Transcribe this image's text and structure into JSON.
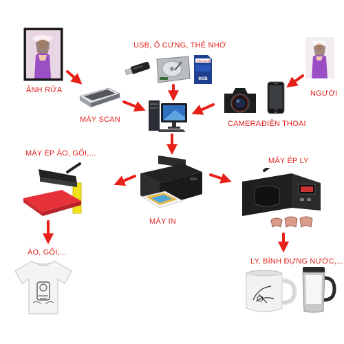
{
  "labels": {
    "photo_print": "ẢNH RỬA",
    "usb_storage": "USB, Ổ CỨNG, THẺ NHỚ",
    "person": "NGƯỜI",
    "scanner": "MÁY  SCAN",
    "camera": "CAMERA",
    "phone": "ĐIỆN THOẠI",
    "shirt_press": "MÁY ÉP ÁO, GỐI,...",
    "mug_press": "MÁY ÉP LY",
    "printer": "MÁY IN",
    "shirts": "ÁO, GỐI,...",
    "mugs": "LY, BÌNH ĐỰNG NƯỚC,...",
    "memory_card_brand": "Transcend",
    "memory_card_size": "8GB"
  },
  "colors": {
    "label": "#e0201b",
    "arrow": "#e8201a",
    "photo_border": "#1a1a1a",
    "press_plate": "#e8323a",
    "press_frame": "#f2e21a",
    "printer_body": "#1c1c1c",
    "mug_white": "#f2f2f2",
    "steel": "#c8c8c8"
  },
  "icons": {
    "photo": "portrait-photo-icon",
    "usb": "usb-drive-icon",
    "hdd": "hard-disk-icon",
    "card": "memory-card-icon",
    "person": "person-photo-icon",
    "scanner": "scanner-icon",
    "computer": "desktop-computer-icon",
    "camera": "dslr-camera-icon",
    "phone": "smartphone-icon",
    "heat_press": "heat-press-icon",
    "printer": "inkjet-printer-icon",
    "mug_press": "mug-press-icon",
    "tshirt": "tshirt-icon",
    "mug": "mug-icon",
    "travel_mug": "travel-mug-icon"
  }
}
